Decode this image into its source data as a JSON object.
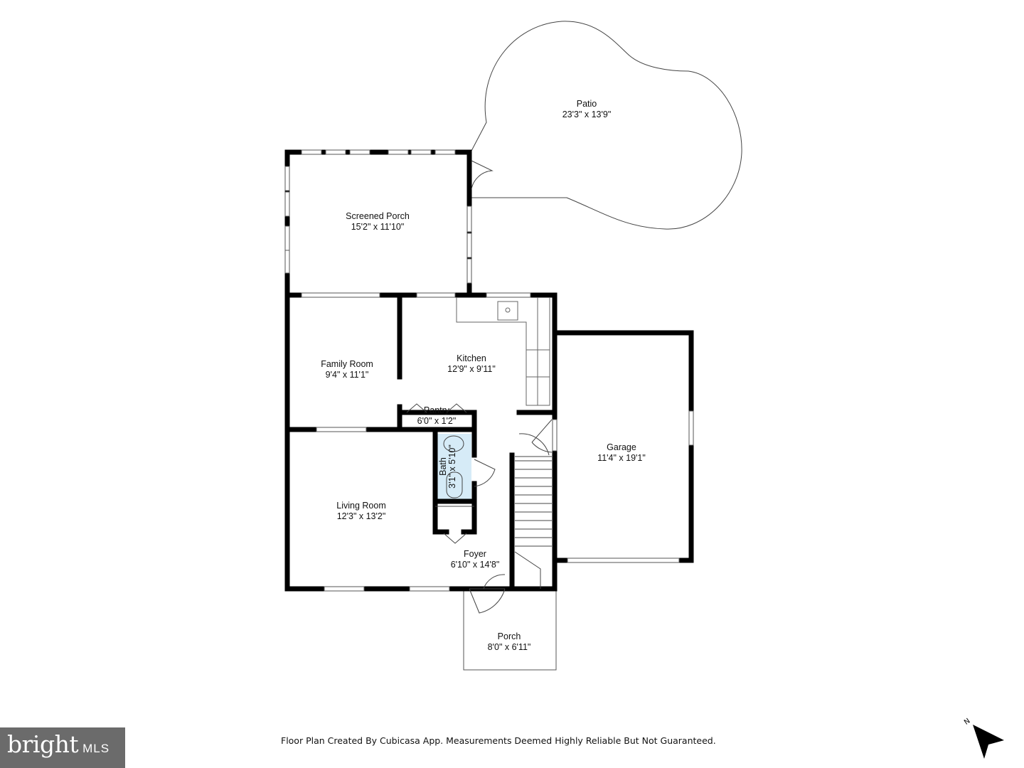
{
  "rooms": {
    "patio": {
      "name": "Patio",
      "dims": "23'3\" x 13'9\""
    },
    "screened_porch": {
      "name": "Screened Porch",
      "dims": "15'2\" x 11'10\""
    },
    "family_room": {
      "name": "Family Room",
      "dims": "9'4\" x 11'1\""
    },
    "kitchen": {
      "name": "Kitchen",
      "dims": "12'9\" x 9'11\""
    },
    "pantry": {
      "name": "Pantry",
      "dims": "6'0\" x 1'2\""
    },
    "bath": {
      "name": "Bath",
      "dims": "3'1\" x 5'10\""
    },
    "living_room": {
      "name": "Living Room",
      "dims": "12'3\" x 13'2\""
    },
    "foyer": {
      "name": "Foyer",
      "dims": "6'10\" x 14'8\""
    },
    "garage": {
      "name": "Garage",
      "dims": "11'4\" x 19'1\""
    },
    "porch": {
      "name": "Porch",
      "dims": "8'0\" x 6'11\""
    }
  },
  "footer": {
    "credit": "Floor Plan Created By Cubicasa App. Measurements Deemed Highly Reliable But Not Guaranteed."
  },
  "logo": {
    "word": "bright",
    "suffix": "MLS"
  },
  "compass": {
    "label": "N"
  },
  "colors": {
    "wall": "#000000",
    "bath_fill": "#d6ebf7",
    "logo_bg": "#6b6b6b"
  }
}
